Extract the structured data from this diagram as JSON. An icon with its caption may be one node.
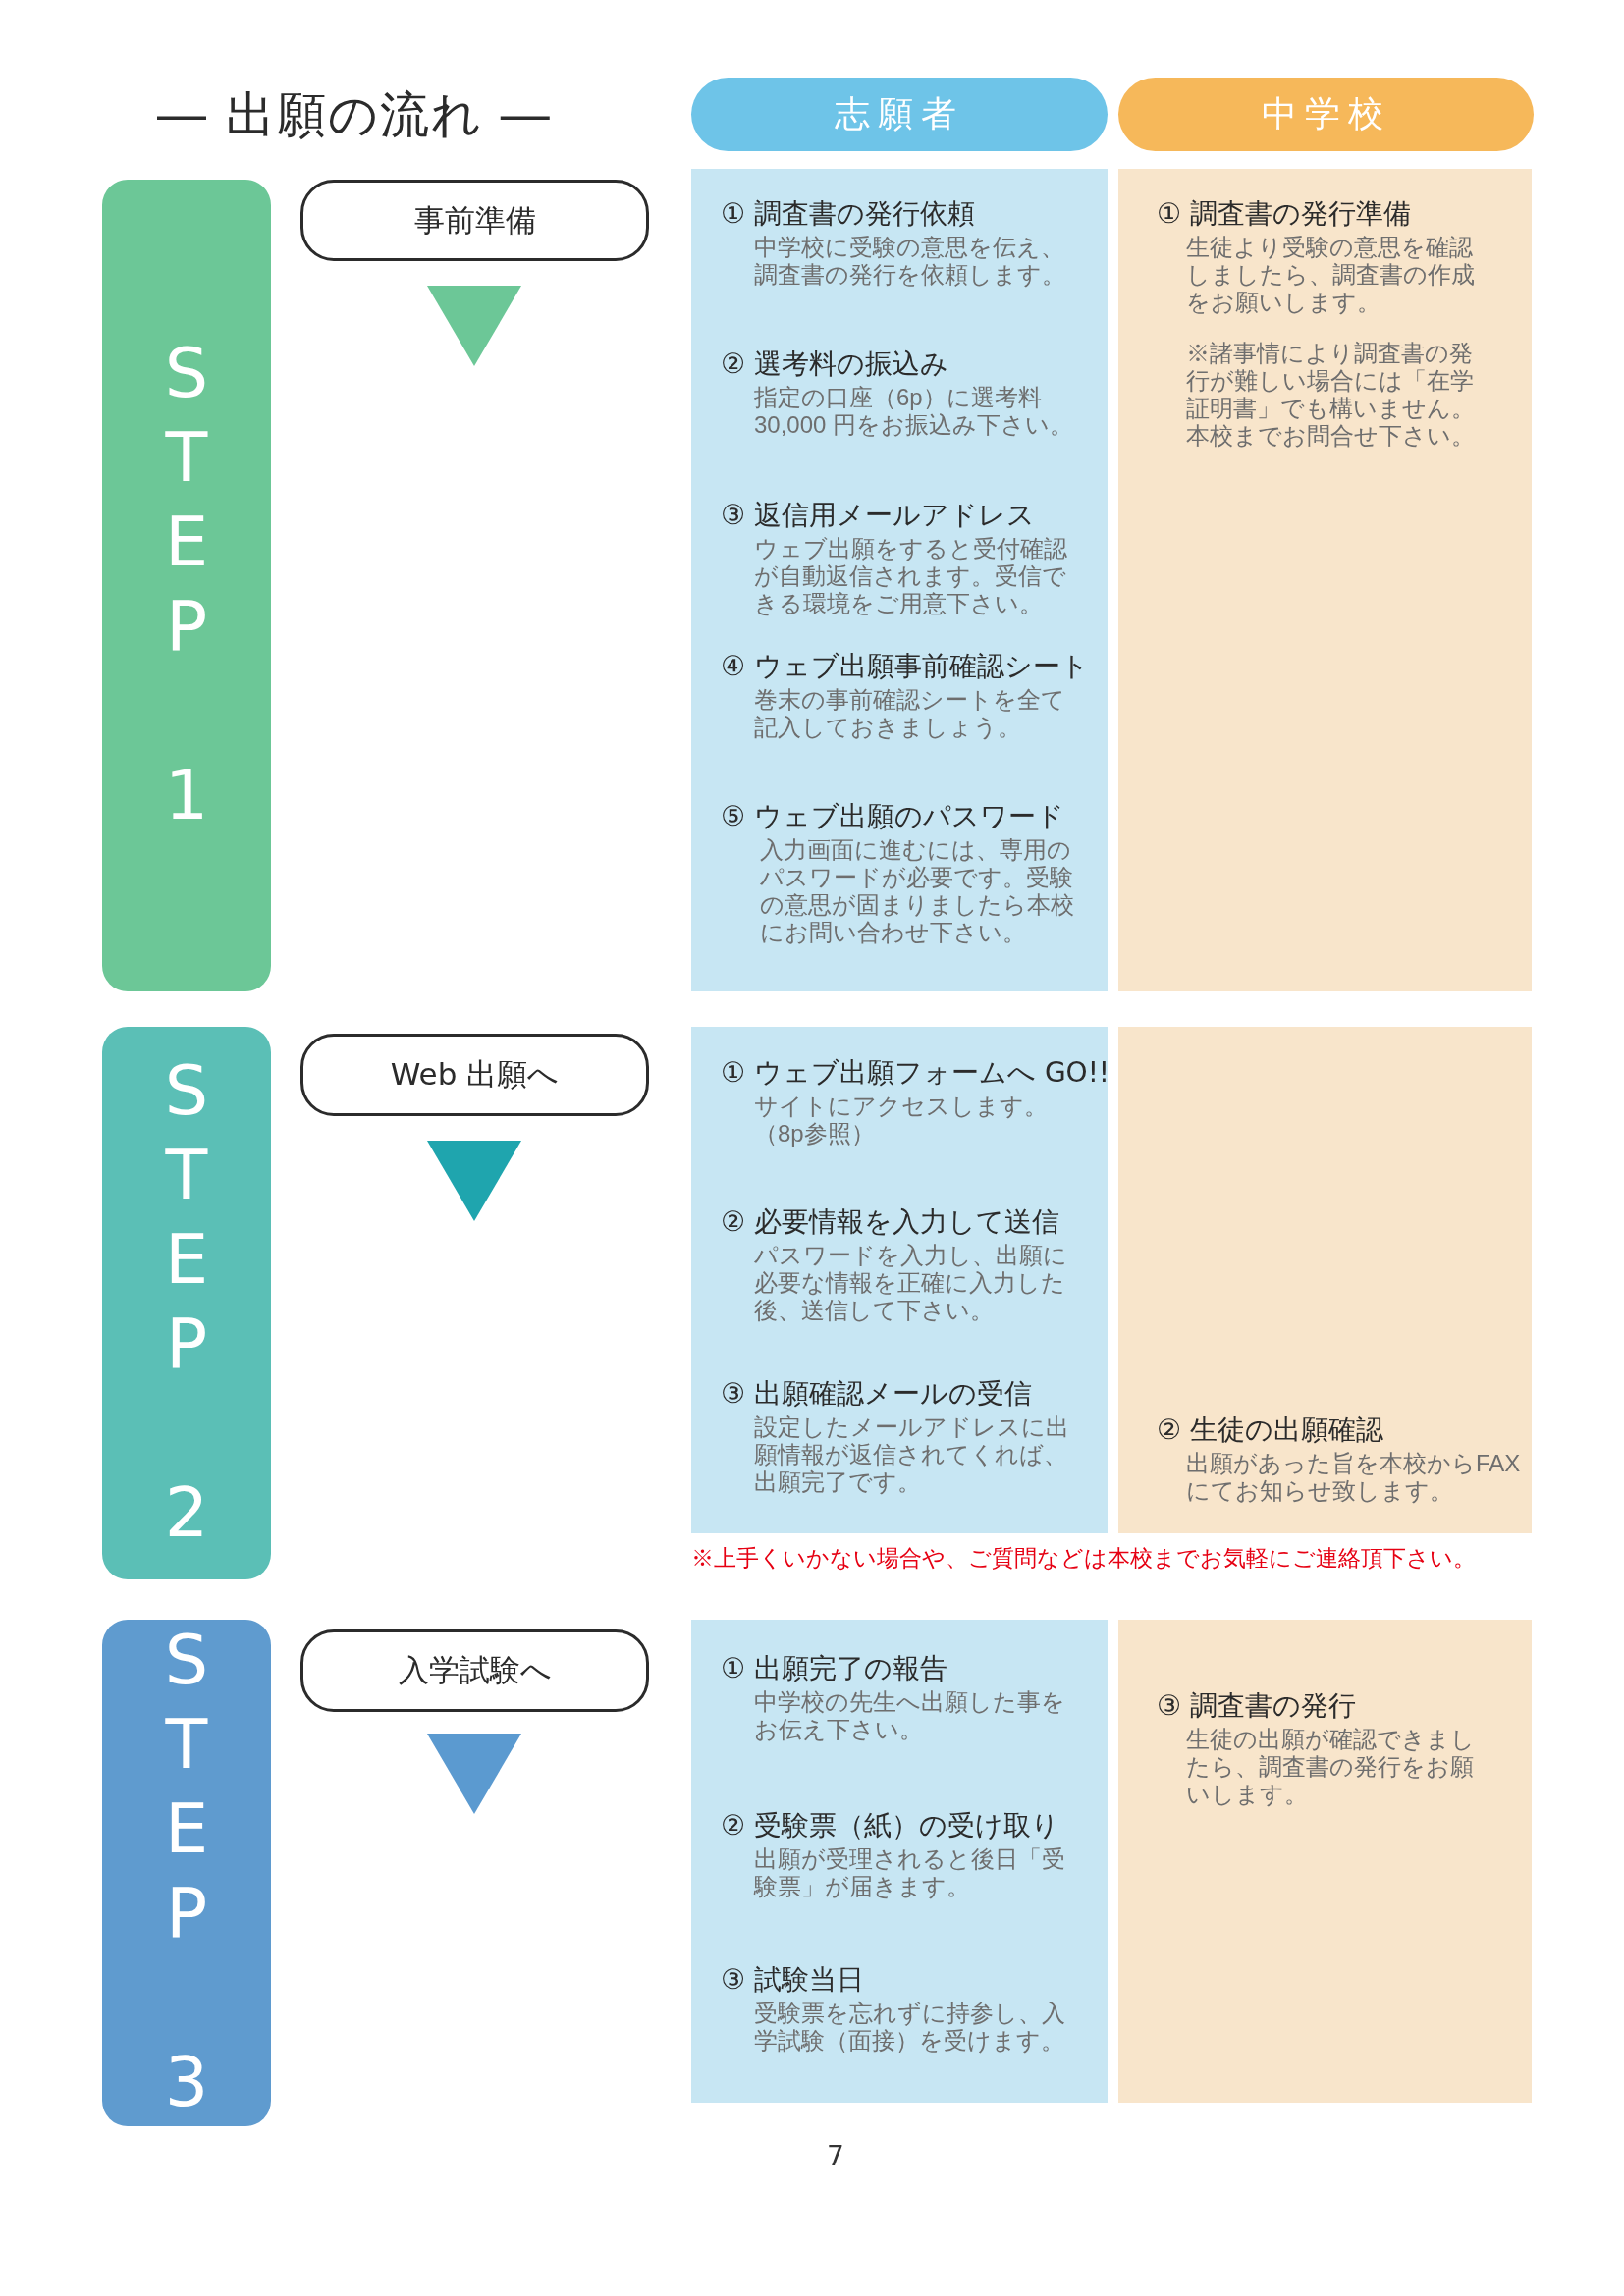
{
  "diagram": {
    "title": "― 出願の流れ ―",
    "nodes": [
      {
        "text": [
          "志願者"
        ]
      },
      {
        "text": [
          "中学校"
        ]
      },
      {
        "text": [
          "STEP 1"
        ]
      },
      {
        "text": [
          "事前準備"
        ]
      },
      {
        "text": [
          "① 調査書の発行依頼",
          "中学校に受験の意思を伝え、調査書の発行を依頼します。",
          "② 選考料の振込み",
          "指定の口座（6p）に選考料30,000 円をお振込み下さい。",
          "③ 返信用メールアドレス",
          "ウェブ出願をすると受付確認が自動返信されます。受信できる環境をご用意下さい。",
          "④ ウェブ出願事前確認シート",
          "巻末の事前確認シートを全て記入しておきましょう。",
          "⑤ ウェブ出願のパスワード",
          "入力画面に進むには、専用のパスワードが必要です。受験の意思が固まりましたら本校にお問い合わせ下さい。"
        ]
      },
      {
        "text": [
          "① 調査書の発行準備",
          "生徒より受験の意思を確認しましたら、調査書の作成をお願いします。",
          "※諸事情により調査書の発行が難しい場合には「在学証明書」でも構いません。本校までお問合せ下さい。"
        ]
      },
      {
        "text": [
          "STEP 2"
        ]
      },
      {
        "text": [
          "Web 出願へ"
        ]
      },
      {
        "text": [
          "① ウェブ出願フォームへ GO!!",
          "サイトにアクセスします。（8p参照）",
          "② 必要情報を入力して送信",
          "パスワードを入力し、出願に必要な情報を正確に入力した後、送信して下さい。",
          "③ 出願確認メールの受信",
          "設定したメールアドレスに出願情報が返信されてくれば、出願完了です。"
        ]
      },
      {
        "text": [
          "② 生徒の出願確認",
          "出願があった旨を本校からFAX にてお知らせ致します。"
        ]
      },
      {
        "text": [
          "STEP 3"
        ]
      },
      {
        "text": [
          "入学試験へ"
        ]
      },
      {
        "text": [
          "① 出願完了の報告",
          "中学校の先生へ出願した事をお伝え下さい。",
          "② 受験票（紙）の受け取り",
          "出願が受理されると後日「受験票」が届きます。",
          "③ 試験当日",
          "受験票を忘れずに持参し、入学試験（面接）を受けます。"
        ]
      },
      {
        "text": [
          "③ 調査書の発行",
          "生徒の出願が確認できましたら、調査書の発行をお願いします。"
        ]
      }
    ],
    "labels": [
      "※上手くいかない場合や、ご質問などは本校までお気軽にご連絡頂下さい。",
      "7"
    ]
  }
}
